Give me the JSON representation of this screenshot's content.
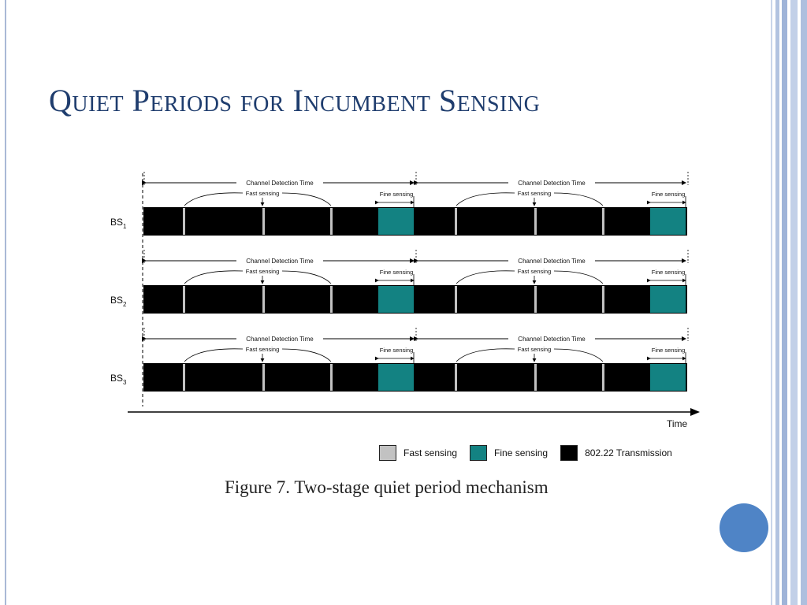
{
  "slide": {
    "title": "Quiet Periods for Incumbent Sensing",
    "caption": "Figure 7. Two-stage quiet period mechanism"
  },
  "diagram": {
    "rows": [
      {
        "label_main": "BS",
        "label_sub": "1"
      },
      {
        "label_main": "BS",
        "label_sub": "2"
      },
      {
        "label_main": "BS",
        "label_sub": "3"
      }
    ],
    "channel_detection_label": "Channel Detection Time",
    "fast_sensing_label": "Fast sensing",
    "fine_sensing_label": "Fine sensing",
    "time_label": "Time"
  },
  "legend": [
    {
      "label": "Fast sensing",
      "color": "#c2c2c2"
    },
    {
      "label": "Fine sensing",
      "color": "#138282"
    },
    {
      "label": "802.22 Transmission",
      "color": "#000000"
    }
  ],
  "colors": {
    "title": "#1f3d6e",
    "transmission": "#000000",
    "fine_sensing": "#138282",
    "fast_sensing": "#c2c2c2",
    "accent_circle": "#4f84c6"
  }
}
